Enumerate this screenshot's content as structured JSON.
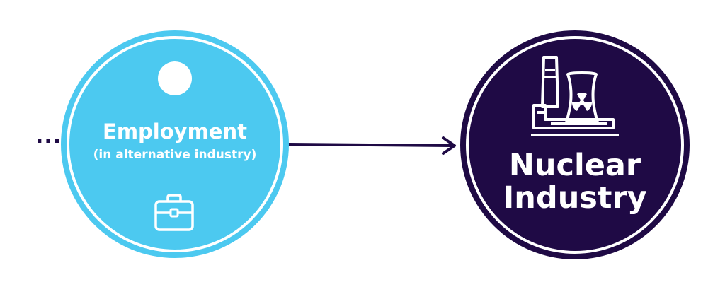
{
  "ellipsis": "...",
  "nodes": {
    "employment": {
      "title": "Employment",
      "subtitle": "(in alternative industry)",
      "icon": "briefcase-icon"
    },
    "nuclear": {
      "title_line1": "Nuclear",
      "title_line2": "Industry",
      "icon": "nuclear-power-plant-icon"
    }
  },
  "colors": {
    "employment_fill": "#4cc9f0",
    "nuclear_fill": "#1f0a45",
    "arrow": "#1f0a45",
    "ring": "#ffffff"
  }
}
